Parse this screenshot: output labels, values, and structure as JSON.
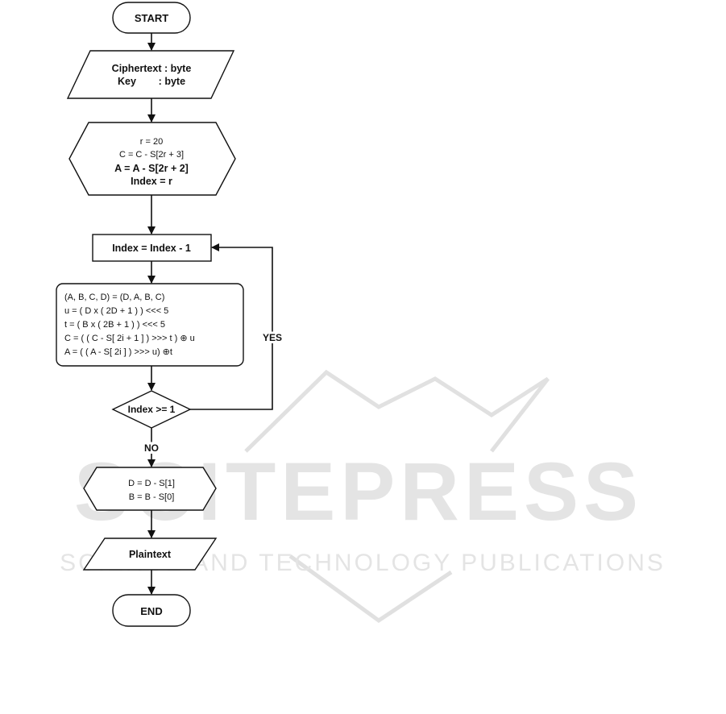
{
  "flowchart": {
    "start_label": "START",
    "input_lines": [
      "Ciphertext : byte",
      "Key        : byte"
    ],
    "init_lines": [
      "r = 20",
      "C = C - S[2r + 3]",
      "A = A - S[2r + 2]",
      "Index = r"
    ],
    "decrement_label": "Index = Index - 1",
    "round_lines": [
      "(A, B, C, D) = (D, A, B, C)",
      "u = ( D x ( 2D + 1 ) ) <<< 5",
      "t = ( B x ( 2B + 1 ) ) <<< 5",
      "C = ( ( C - S[ 2i + 1 ] ) >>> t ) ⊕ u",
      "A = ( ( A - S[ 2i ] ) >>> u) ⊕t"
    ],
    "decision_label": "Index >= 1",
    "yes_label": "YES",
    "no_label": "NO",
    "final_lines": [
      "D = D - S[1]",
      "B = B - S[0]"
    ],
    "output_label": "Plaintext",
    "end_label": "END"
  },
  "watermark": {
    "main": "SCITEPRESS",
    "sub": "SCIENCE AND TECHNOLOGY PUBLICATIONS"
  }
}
